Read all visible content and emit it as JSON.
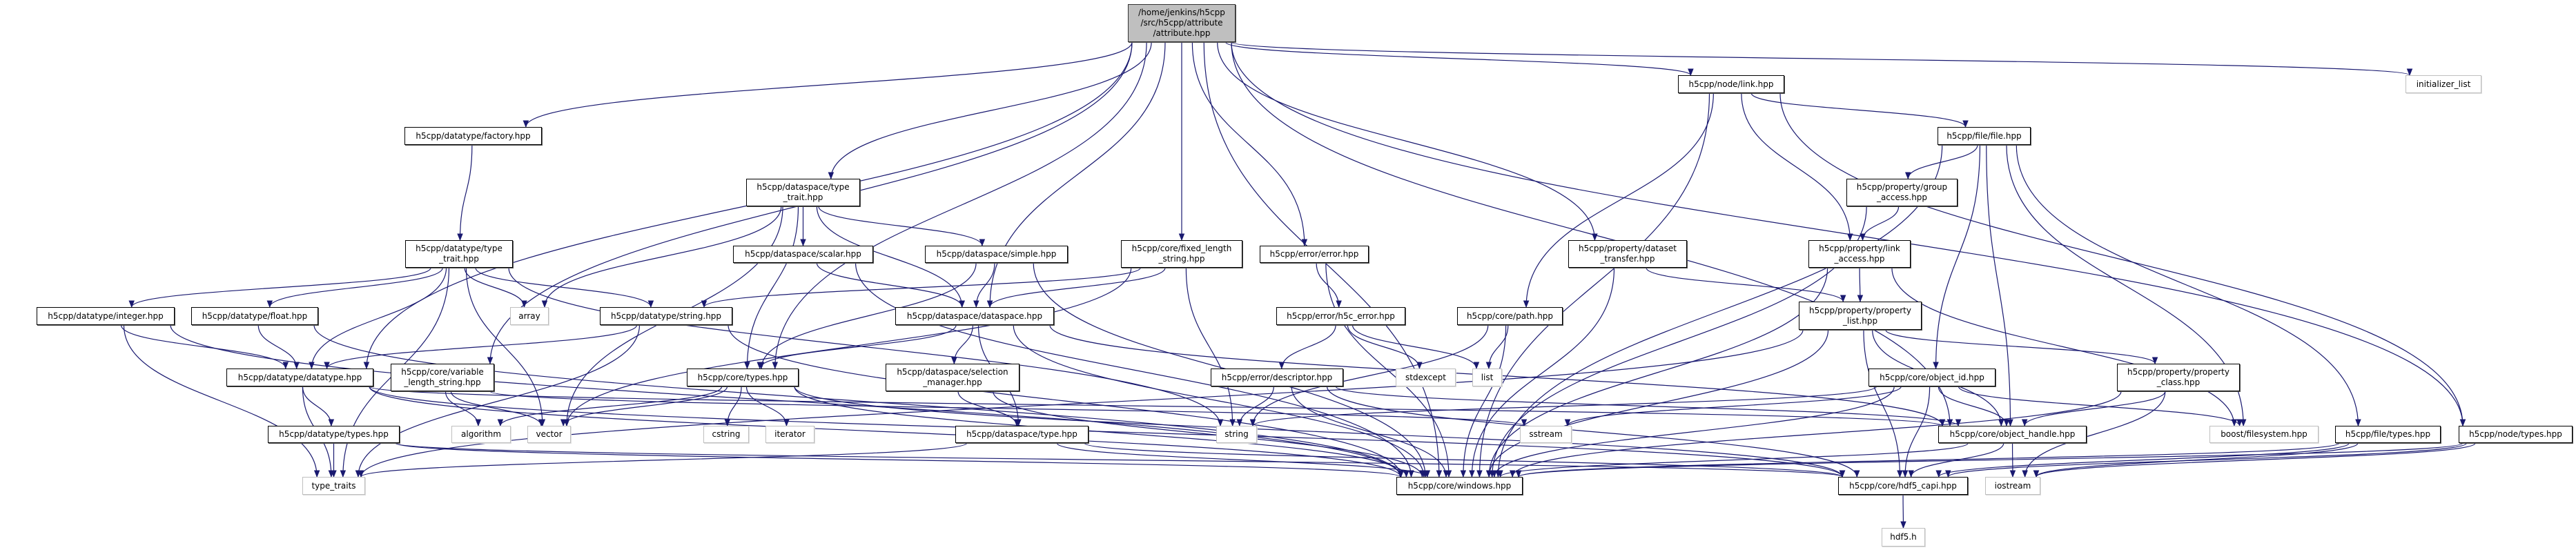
{
  "colors": {
    "edge": "#191970",
    "root_fill": "#bfbfbf",
    "system_border": "#bfbfbf",
    "node_border": "#000000"
  },
  "nodes": [
    {
      "id": "root",
      "kind": "root",
      "lines": [
        "/home/jenkins/h5cpp",
        "/src/h5cpp/attribute",
        "/attribute.hpp"
      ]
    },
    {
      "id": "factory",
      "kind": "file",
      "lines": [
        "h5cpp/datatype/factory.hpp"
      ]
    },
    {
      "id": "dt_type_trait",
      "kind": "file",
      "lines": [
        "h5cpp/datatype/type",
        "_trait.hpp"
      ]
    },
    {
      "id": "ds_type_trait",
      "kind": "file",
      "lines": [
        "h5cpp/dataspace/type",
        "_trait.hpp"
      ]
    },
    {
      "id": "scalar",
      "kind": "file",
      "lines": [
        "h5cpp/dataspace/scalar.hpp"
      ]
    },
    {
      "id": "simple",
      "kind": "file",
      "lines": [
        "h5cpp/dataspace/simple.hpp"
      ]
    },
    {
      "id": "fixed_len",
      "kind": "file",
      "lines": [
        "h5cpp/core/fixed_length",
        "_string.hpp"
      ]
    },
    {
      "id": "error",
      "kind": "file",
      "lines": [
        "h5cpp/error/error.hpp"
      ]
    },
    {
      "id": "dataset_transfer",
      "kind": "file",
      "lines": [
        "h5cpp/property/dataset",
        "_transfer.hpp"
      ]
    },
    {
      "id": "link",
      "kind": "file",
      "lines": [
        "h5cpp/node/link.hpp"
      ]
    },
    {
      "id": "initializer_list",
      "kind": "sys",
      "lines": [
        "initializer_list"
      ]
    },
    {
      "id": "file",
      "kind": "file",
      "lines": [
        "h5cpp/file/file.hpp"
      ]
    },
    {
      "id": "group_access",
      "kind": "file",
      "lines": [
        "h5cpp/property/group",
        "_access.hpp"
      ]
    },
    {
      "id": "link_access",
      "kind": "file",
      "lines": [
        "h5cpp/property/link",
        "_access.hpp"
      ]
    },
    {
      "id": "integer",
      "kind": "file",
      "lines": [
        "h5cpp/datatype/integer.hpp"
      ]
    },
    {
      "id": "float",
      "kind": "file",
      "lines": [
        "h5cpp/datatype/float.hpp"
      ]
    },
    {
      "id": "array",
      "kind": "sys",
      "lines": [
        "array"
      ]
    },
    {
      "id": "dt_string",
      "kind": "file",
      "lines": [
        "h5cpp/datatype/string.hpp"
      ]
    },
    {
      "id": "dataspace",
      "kind": "file",
      "lines": [
        "h5cpp/dataspace/dataspace.hpp"
      ]
    },
    {
      "id": "h5c_error",
      "kind": "file",
      "lines": [
        "h5cpp/error/h5c_error.hpp"
      ]
    },
    {
      "id": "path",
      "kind": "file",
      "lines": [
        "h5cpp/core/path.hpp"
      ]
    },
    {
      "id": "property_list",
      "kind": "file",
      "lines": [
        "h5cpp/property/property",
        "_list.hpp"
      ]
    },
    {
      "id": "datatype",
      "kind": "file",
      "lines": [
        "h5cpp/datatype/datatype.hpp"
      ]
    },
    {
      "id": "var_len",
      "kind": "file",
      "lines": [
        "h5cpp/core/variable",
        "_length_string.hpp"
      ]
    },
    {
      "id": "core_types",
      "kind": "file",
      "lines": [
        "h5cpp/core/types.hpp"
      ]
    },
    {
      "id": "selection",
      "kind": "file",
      "lines": [
        "h5cpp/dataspace/selection",
        "_manager.hpp"
      ]
    },
    {
      "id": "descriptor",
      "kind": "file",
      "lines": [
        "h5cpp/error/descriptor.hpp"
      ]
    },
    {
      "id": "stdexcept",
      "kind": "sys",
      "lines": [
        "stdexcept"
      ]
    },
    {
      "id": "list",
      "kind": "sys",
      "lines": [
        "list"
      ]
    },
    {
      "id": "object_id",
      "kind": "file",
      "lines": [
        "h5cpp/core/object_id.hpp"
      ]
    },
    {
      "id": "property_class",
      "kind": "file",
      "lines": [
        "h5cpp/property/property",
        "_class.hpp"
      ]
    },
    {
      "id": "dt_types",
      "kind": "file",
      "lines": [
        "h5cpp/datatype/types.hpp"
      ]
    },
    {
      "id": "algorithm",
      "kind": "sys",
      "lines": [
        "algorithm"
      ]
    },
    {
      "id": "vector",
      "kind": "sys",
      "lines": [
        "vector"
      ]
    },
    {
      "id": "cstring",
      "kind": "sys",
      "lines": [
        "cstring"
      ]
    },
    {
      "id": "iterator",
      "kind": "sys",
      "lines": [
        "iterator"
      ]
    },
    {
      "id": "ds_type",
      "kind": "file",
      "lines": [
        "h5cpp/dataspace/type.hpp"
      ]
    },
    {
      "id": "string",
      "kind": "sys",
      "lines": [
        "string"
      ]
    },
    {
      "id": "sstream",
      "kind": "sys",
      "lines": [
        "sstream"
      ]
    },
    {
      "id": "object_handle",
      "kind": "file",
      "lines": [
        "h5cpp/core/object_handle.hpp"
      ]
    },
    {
      "id": "boost_fs",
      "kind": "sys",
      "lines": [
        "boost/filesystem.hpp"
      ]
    },
    {
      "id": "file_types",
      "kind": "file",
      "lines": [
        "h5cpp/file/types.hpp"
      ]
    },
    {
      "id": "node_types",
      "kind": "file",
      "lines": [
        "h5cpp/node/types.hpp"
      ]
    },
    {
      "id": "type_traits",
      "kind": "sys",
      "lines": [
        "type_traits"
      ]
    },
    {
      "id": "windows",
      "kind": "file",
      "lines": [
        "h5cpp/core/windows.hpp"
      ]
    },
    {
      "id": "hdf5_capi",
      "kind": "file",
      "lines": [
        "h5cpp/core/hdf5_capi.hpp"
      ]
    },
    {
      "id": "iostream",
      "kind": "sys",
      "lines": [
        "iostream"
      ]
    },
    {
      "id": "hdf5_h",
      "kind": "sys",
      "lines": [
        "hdf5.h"
      ]
    }
  ],
  "edges": [
    [
      "root",
      "factory"
    ],
    [
      "root",
      "ds_type_trait"
    ],
    [
      "root",
      "fixed_len"
    ],
    [
      "root",
      "error"
    ],
    [
      "root",
      "link"
    ],
    [
      "root",
      "dataset_transfer"
    ],
    [
      "root",
      "initializer_list"
    ],
    [
      "root",
      "datatype"
    ],
    [
      "root",
      "core_types"
    ],
    [
      "root",
      "var_len"
    ],
    [
      "root",
      "windows"
    ],
    [
      "root",
      "object_handle"
    ],
    [
      "root",
      "node_types"
    ],
    [
      "root",
      "dataspace"
    ],
    [
      "factory",
      "dt_type_trait"
    ],
    [
      "dt_type_trait",
      "integer"
    ],
    [
      "dt_type_trait",
      "float"
    ],
    [
      "dt_type_trait",
      "datatype"
    ],
    [
      "dt_type_trait",
      "array"
    ],
    [
      "dt_type_trait",
      "dt_string"
    ],
    [
      "dt_type_trait",
      "vector"
    ],
    [
      "dt_type_trait",
      "type_traits"
    ],
    [
      "dt_type_trait",
      "string"
    ],
    [
      "ds_type_trait",
      "scalar"
    ],
    [
      "ds_type_trait",
      "simple"
    ],
    [
      "ds_type_trait",
      "dataspace"
    ],
    [
      "ds_type_trait",
      "array"
    ],
    [
      "ds_type_trait",
      "vector"
    ],
    [
      "ds_type_trait",
      "core_types"
    ],
    [
      "scalar",
      "dataspace"
    ],
    [
      "scalar",
      "windows"
    ],
    [
      "simple",
      "dataspace"
    ],
    [
      "simple",
      "core_types"
    ],
    [
      "simple",
      "windows"
    ],
    [
      "fixed_len",
      "dt_string"
    ],
    [
      "fixed_len",
      "dataspace"
    ],
    [
      "fixed_len",
      "string"
    ],
    [
      "fixed_len",
      "vector"
    ],
    [
      "error",
      "h5c_error"
    ],
    [
      "error",
      "windows"
    ],
    [
      "h5c_error",
      "descriptor"
    ],
    [
      "h5c_error",
      "stdexcept"
    ],
    [
      "h5c_error",
      "list"
    ],
    [
      "descriptor",
      "string"
    ],
    [
      "descriptor",
      "windows"
    ],
    [
      "descriptor",
      "object_handle"
    ],
    [
      "descriptor",
      "hdf5_capi"
    ],
    [
      "path",
      "list"
    ],
    [
      "path",
      "string"
    ],
    [
      "path",
      "windows"
    ],
    [
      "dataset_transfer",
      "property_list"
    ],
    [
      "dataset_transfer",
      "windows"
    ],
    [
      "link",
      "path"
    ],
    [
      "link",
      "windows"
    ],
    [
      "link",
      "link_access"
    ],
    [
      "link",
      "file"
    ],
    [
      "link",
      "node_types"
    ],
    [
      "file",
      "group_access"
    ],
    [
      "file",
      "object_id"
    ],
    [
      "file",
      "object_handle"
    ],
    [
      "file",
      "boost_fs"
    ],
    [
      "file",
      "file_types"
    ],
    [
      "file",
      "windows"
    ],
    [
      "group_access",
      "link_access"
    ],
    [
      "group_access",
      "windows"
    ],
    [
      "link_access",
      "property_list"
    ],
    [
      "link_access",
      "windows"
    ],
    [
      "link_access",
      "boost_fs"
    ],
    [
      "property_list",
      "object_handle"
    ],
    [
      "property_list",
      "property_class"
    ],
    [
      "property_list",
      "windows"
    ],
    [
      "property_list",
      "hdf5_capi"
    ],
    [
      "property_list",
      "type_traits"
    ],
    [
      "object_id",
      "object_handle"
    ],
    [
      "object_id",
      "hdf5_capi"
    ],
    [
      "object_id",
      "boost_fs"
    ],
    [
      "object_id",
      "windows"
    ],
    [
      "object_id",
      "string"
    ],
    [
      "object_id",
      "sstream"
    ],
    [
      "property_class",
      "object_handle"
    ],
    [
      "property_class",
      "windows"
    ],
    [
      "property_class",
      "iostream"
    ],
    [
      "object_handle",
      "windows"
    ],
    [
      "object_handle",
      "hdf5_capi"
    ],
    [
      "object_handle",
      "iostream"
    ],
    [
      "file_types",
      "windows"
    ],
    [
      "file_types",
      "hdf5_capi"
    ],
    [
      "file_types",
      "iostream"
    ],
    [
      "node_types",
      "windows"
    ],
    [
      "node_types",
      "hdf5_capi"
    ],
    [
      "node_types",
      "iostream"
    ],
    [
      "hdf5_capi",
      "hdf5_h"
    ],
    [
      "integer",
      "datatype"
    ],
    [
      "integer",
      "type_traits"
    ],
    [
      "integer",
      "windows"
    ],
    [
      "float",
      "datatype"
    ],
    [
      "float",
      "windows"
    ],
    [
      "dt_string",
      "datatype"
    ],
    [
      "dt_string",
      "type_traits"
    ],
    [
      "dt_string",
      "windows"
    ],
    [
      "datatype",
      "dt_types"
    ],
    [
      "datatype",
      "type_traits"
    ],
    [
      "datatype",
      "windows"
    ],
    [
      "datatype",
      "object_handle"
    ],
    [
      "datatype",
      "hdf5_capi"
    ],
    [
      "dt_types",
      "type_traits"
    ],
    [
      "dt_types",
      "windows"
    ],
    [
      "dt_types",
      "hdf5_capi"
    ],
    [
      "var_len",
      "algorithm"
    ],
    [
      "var_len",
      "vector"
    ],
    [
      "var_len",
      "sstream"
    ],
    [
      "core_types",
      "vector"
    ],
    [
      "core_types",
      "algorithm"
    ],
    [
      "core_types",
      "cstring"
    ],
    [
      "core_types",
      "iterator"
    ],
    [
      "core_types",
      "windows"
    ],
    [
      "core_types",
      "hdf5_capi"
    ],
    [
      "dataspace",
      "core_types"
    ],
    [
      "dataspace",
      "selection"
    ],
    [
      "dataspace",
      "ds_type"
    ],
    [
      "dataspace",
      "windows"
    ],
    [
      "dataspace",
      "object_handle"
    ],
    [
      "selection",
      "ds_type"
    ],
    [
      "selection",
      "windows"
    ],
    [
      "ds_type",
      "windows"
    ],
    [
      "ds_type",
      "type_traits"
    ],
    [
      "ds_type",
      "hdf5_capi"
    ]
  ]
}
